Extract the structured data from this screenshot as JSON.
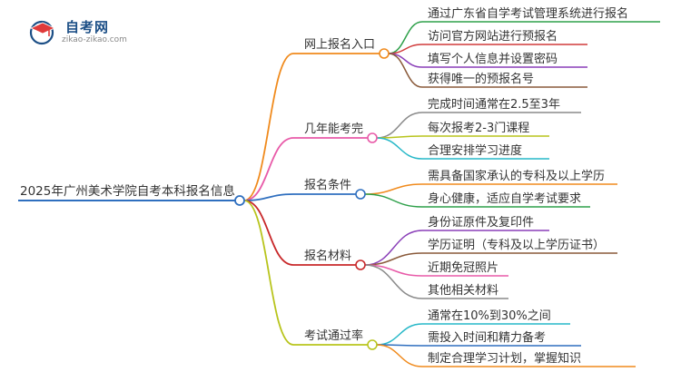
{
  "logo": {
    "name": "自考网",
    "url": "zikao-zikao.com",
    "colors": {
      "blue": "#1c4f86",
      "red": "#e03a3a"
    }
  },
  "root": {
    "label": "2025年广州美术学院自考本科报名信息",
    "color": "#2f6fbf"
  },
  "branches": [
    {
      "label": "网上报名入口",
      "color": "#f08a1c",
      "children": [
        {
          "label": "通过广东省自学考试管理系统进行报名",
          "color": "#2ea04a"
        },
        {
          "label": "访问官方网站进行预报名",
          "color": "#d03a3a"
        },
        {
          "label": "填写个人信息并设置密码",
          "color": "#8a3fb8"
        },
        {
          "label": "获得唯一的预报名号",
          "color": "#8a5a3a"
        }
      ]
    },
    {
      "label": "几年能考完",
      "color": "#e85aa8",
      "children": [
        {
          "label": "完成时间通常在2.5至3年",
          "color": "#8a8a8a"
        },
        {
          "label": "每次报考2-3门课程",
          "color": "#b8c41c"
        },
        {
          "label": "合理安排学习进度",
          "color": "#27b8c8"
        }
      ]
    },
    {
      "label": "报名条件",
      "color": "#2f6fbf",
      "children": [
        {
          "label": "需具备国家承认的专科及以上学历",
          "color": "#f08a1c"
        },
        {
          "label": "身心健康，适应自学考试要求",
          "color": "#2ea04a"
        }
      ]
    },
    {
      "label": "报名材料",
      "color": "#c8282a",
      "children": [
        {
          "label": "身份证原件及复印件",
          "color": "#8a3fb8"
        },
        {
          "label": "学历证明（专科及以上学历证书）",
          "color": "#8a5a3a"
        },
        {
          "label": "近期免冠照片",
          "color": "#e85aa8"
        },
        {
          "label": "其他相关材料",
          "color": "#8a8a8a"
        }
      ]
    },
    {
      "label": "考试通过率",
      "color": "#b8c41c",
      "children": [
        {
          "label": "通常在10%到30%之间",
          "color": "#27b8c8"
        },
        {
          "label": "需投入时间和精力备考",
          "color": "#2f6fbf"
        },
        {
          "label": "制定合理学习计划，掌握知识",
          "color": "#f08a1c"
        }
      ]
    }
  ]
}
